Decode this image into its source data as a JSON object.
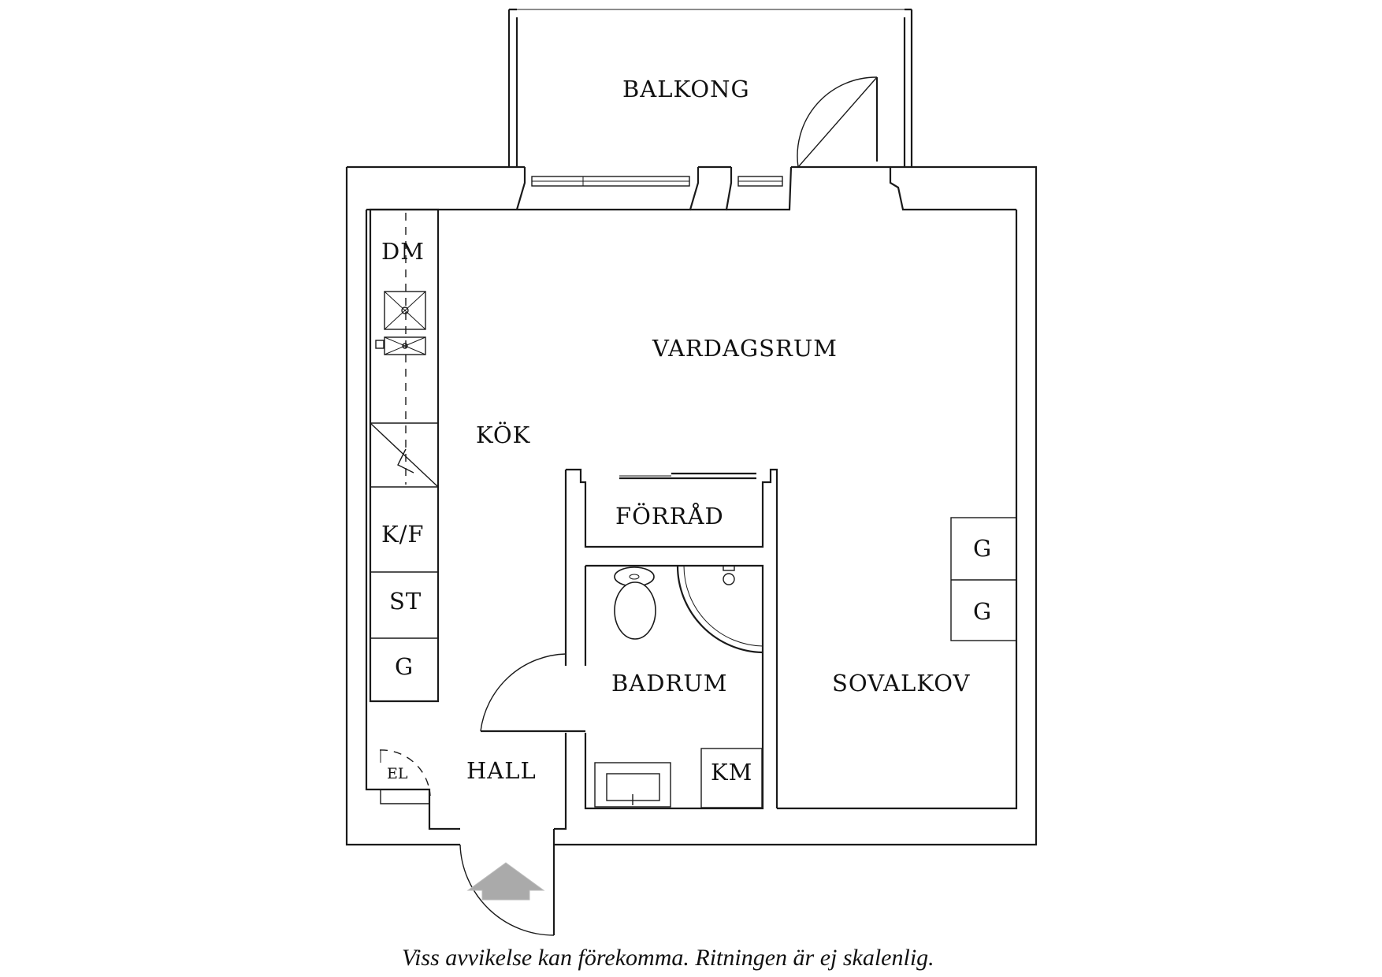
{
  "rooms": {
    "balcony": "BALKONG",
    "living_room": "VARDAGSRUM",
    "kitchen": "KÖK",
    "storage": "FÖRRÅD",
    "bathroom": "BADRUM",
    "hall": "HALL",
    "sleeping_alcove": "SOVALKOV"
  },
  "fixtures": {
    "dishwasher": "DM",
    "fridge_freezer": "K/F",
    "stove": "ST",
    "wardrobe_kitchen": "G",
    "wardrobe_1": "G",
    "wardrobe_2": "G",
    "electrical_cabinet": "EL",
    "washing_machine": "KM"
  },
  "disclaimer": "Viss avvikelse kan förekomma. Ritningen är ej skalenlig.",
  "colors": {
    "wall": "#1a1a1a",
    "entry_arrow": "#aaaaaa",
    "background": "#ffffff"
  },
  "icons": [
    "entry-arrow-icon",
    "toilet-icon",
    "sink-icon",
    "shower-icon"
  ]
}
